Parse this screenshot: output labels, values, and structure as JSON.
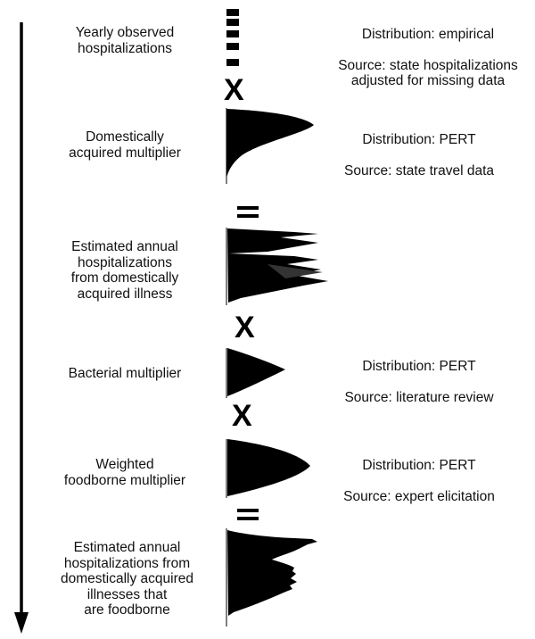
{
  "steps": [
    {
      "label": "Yearly observed\nhospitalizations",
      "distribution": "Distribution: empirical",
      "source": "Source: state hospitalizations\nadjusted for missing data",
      "shape": "empirical-bars"
    },
    {
      "label": "Domestically\nacquired multiplier",
      "distribution": "Distribution: PERT",
      "source": "Source: state travel data",
      "shape": "pert"
    },
    {
      "label": "Estimated annual\nhospitalizations\nfrom domestically\nacquired illness",
      "shape": "multimodal"
    },
    {
      "label": "Bacterial multiplier",
      "distribution": "Distribution: PERT",
      "source": "Source: literature review",
      "shape": "pert"
    },
    {
      "label": "Weighted\nfoodborne multiplier",
      "distribution": "Distribution: PERT",
      "source": "Source: expert elicitation",
      "shape": "pert"
    },
    {
      "label": "Estimated annual\nhospitalizations from\ndomestically acquired\nillnesses that\nare foodborne",
      "shape": "bimodal-noisy"
    }
  ],
  "operators": {
    "multiply": "X",
    "equals": "="
  },
  "flow_arrow_icon": "down-arrow-icon",
  "colors": {
    "ink": "#000000",
    "background": "#ffffff"
  }
}
